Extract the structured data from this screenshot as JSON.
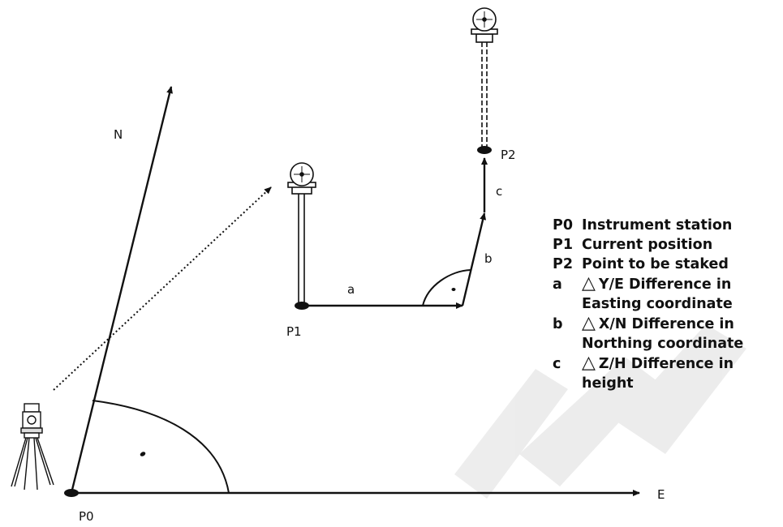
{
  "labels": {
    "north": "N",
    "east": "E",
    "p0": "P0",
    "p1": "P1",
    "p2": "P2",
    "a": "a",
    "b": "b",
    "c": "c"
  },
  "legend": [
    {
      "key": "P0",
      "text": "Instrument station",
      "delta": false
    },
    {
      "key": "P1",
      "text": "Current position",
      "delta": false
    },
    {
      "key": "P2",
      "text": "Point to be staked",
      "delta": false
    },
    {
      "key": "a",
      "text": "Y/E  Difference in",
      "cont": "Easting coordinate",
      "delta": true
    },
    {
      "key": "b",
      "text": "X/N Difference in",
      "cont": "Northing coordinate",
      "delta": true
    },
    {
      "key": "c",
      "text": "Z/H Difference in",
      "cont": "height",
      "delta": true
    }
  ],
  "delta_glyph": "△"
}
